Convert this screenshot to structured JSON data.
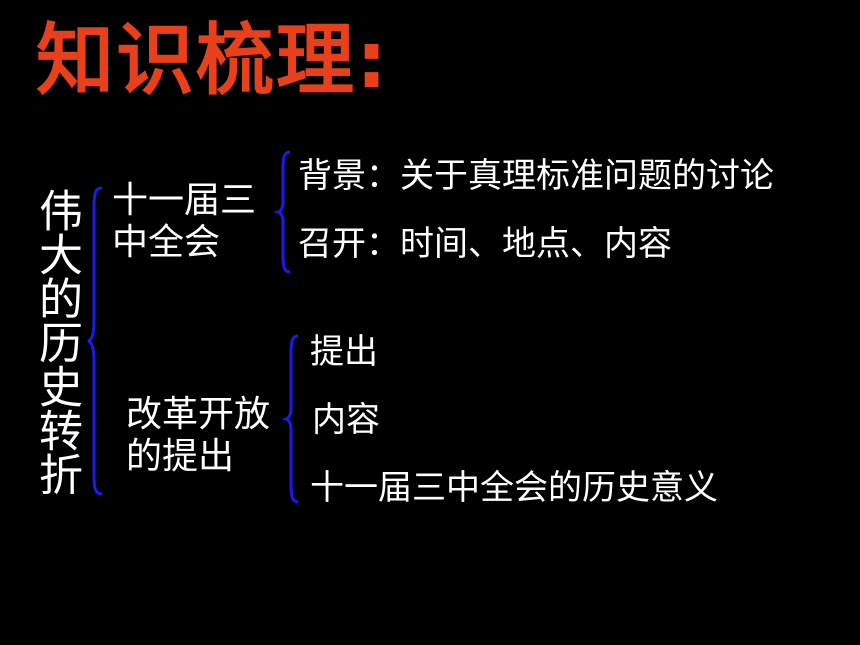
{
  "title": {
    "text": "知识梳理:",
    "color": "#e8401a"
  },
  "root": {
    "label": "伟大的历史转折"
  },
  "branches": [
    {
      "label_line1": "十一届三",
      "label_line2": "中全会",
      "children": [
        "背景：关于真理标准问题的讨论",
        "召开：时间、地点、内容"
      ]
    },
    {
      "label_line1": "改革开放",
      "label_line2": "的提出",
      "children": [
        "提出",
        "内容",
        "十一届三中全会的历史意义"
      ]
    }
  ],
  "brace_color": "#1a1aee"
}
